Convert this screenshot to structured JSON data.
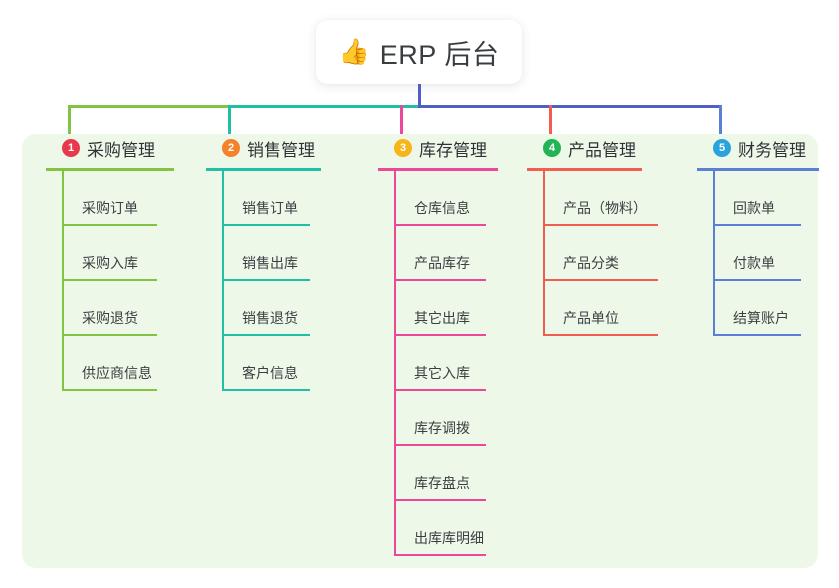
{
  "root": {
    "icon": "thumbs-up-icon",
    "icon_glyph": "👍",
    "title": "ERP 后台"
  },
  "panel": {
    "background_color": "#eef8e8"
  },
  "connectors": {
    "stem_color": "#4f5fc4",
    "segments": [
      {
        "color": "#82c341",
        "name": "connector-segment-green"
      },
      {
        "color": "#21bfa6",
        "name": "connector-segment-teal"
      },
      {
        "color": "#4f5fc4",
        "name": "connector-segment-blue"
      }
    ]
  },
  "columns": [
    {
      "index": "1",
      "badge_color": "#e8394c",
      "line_color": "#82c341",
      "title": "采购管理",
      "items": [
        "采购订单",
        "采购入库",
        "采购退货",
        "供应商信息"
      ]
    },
    {
      "index": "2",
      "badge_color": "#f5812a",
      "line_color": "#21bfa6",
      "title": "销售管理",
      "items": [
        "销售订单",
        "销售出库",
        "销售退货",
        "客户信息"
      ]
    },
    {
      "index": "3",
      "badge_color": "#f6b519",
      "line_color": "#ec4899",
      "title": "库存管理",
      "items": [
        "仓库信息",
        "产品库存",
        "其它出库",
        "其它入库",
        "库存调拨",
        "库存盘点",
        "出库库明细"
      ]
    },
    {
      "index": "4",
      "badge_color": "#22b455",
      "line_color": "#f25d52",
      "title": "产品管理",
      "items": [
        "产品（物料）",
        "产品分类",
        "产品单位"
      ]
    },
    {
      "index": "5",
      "badge_color": "#29a3dc",
      "line_color": "#5b7ed6",
      "title": "财务管理",
      "items": [
        "回款单",
        "付款单",
        "结算账户"
      ]
    }
  ]
}
